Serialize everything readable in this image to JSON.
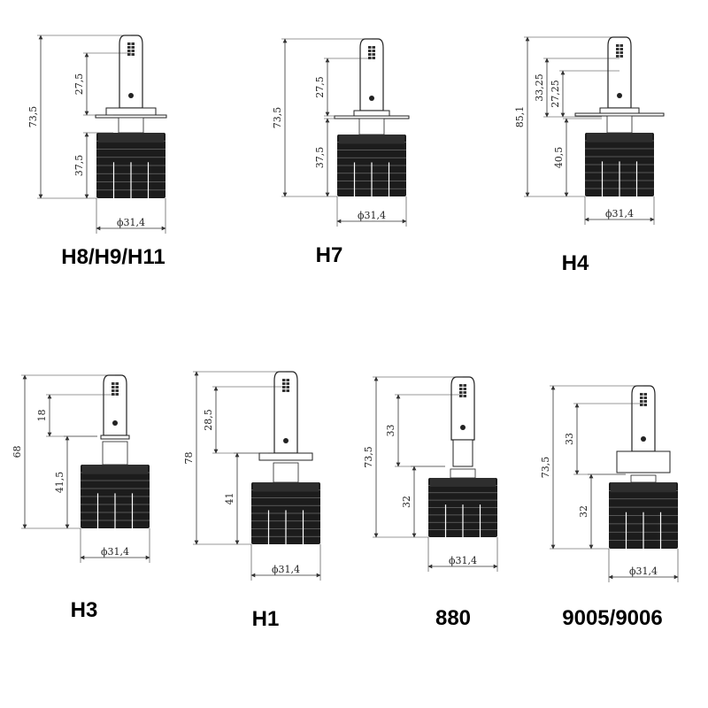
{
  "bulbs": [
    {
      "name": "H8/H9/H11",
      "total": "73,5",
      "top": "27,5",
      "bottom": "37,5",
      "dia": "ϕ31,4"
    },
    {
      "name": "H7",
      "total": "73,5",
      "top": "27,5",
      "bottom": "37,5",
      "dia": "ϕ31,4"
    },
    {
      "name": "H4",
      "total": "85,1",
      "top": "33,25",
      "top2": "27,25",
      "bottom": "40,5",
      "dia": "ϕ31,4"
    },
    {
      "name": "H3",
      "total": "68",
      "top": "18",
      "bottom": "41,5",
      "dia": "ϕ31,4"
    },
    {
      "name": "H1",
      "total": "78",
      "top": "28,5",
      "bottom": "41",
      "dia": "ϕ31,4"
    },
    {
      "name": "880",
      "total": "73,5",
      "top": "33",
      "bottom": "32",
      "dia": "ϕ31,4"
    },
    {
      "name": "9005/9006",
      "total": "73,5",
      "top": "33",
      "bottom": "32",
      "dia": "ϕ31,4"
    }
  ]
}
